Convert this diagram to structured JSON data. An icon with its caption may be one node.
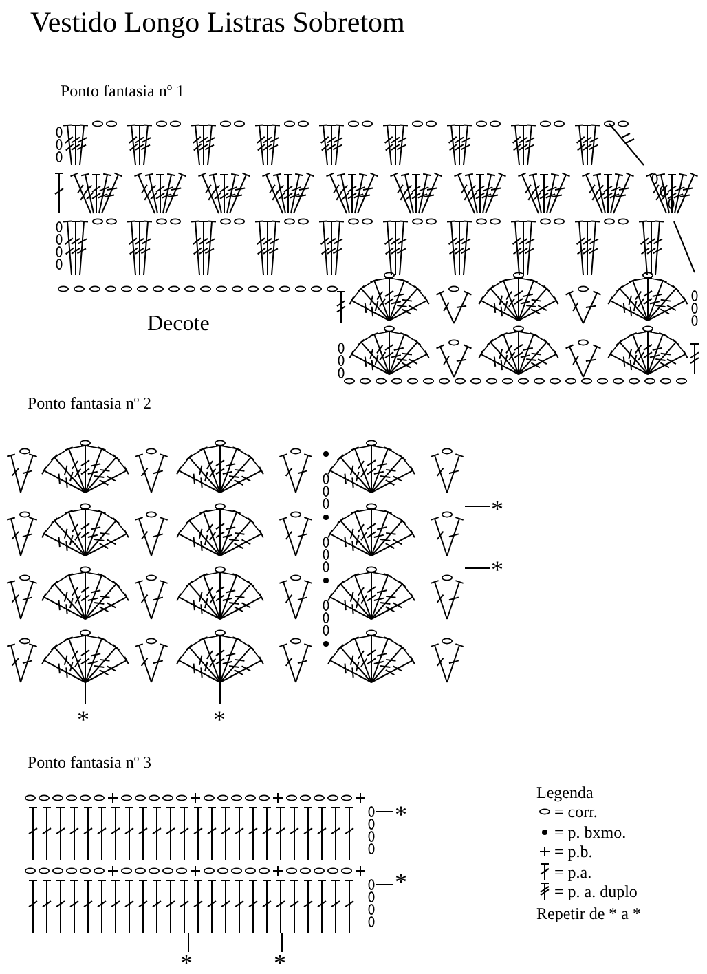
{
  "diagram": {
    "title": "Vestido Longo Listras Sobretom",
    "labels": [
      "Ponto fantasia nº 1",
      "Decote",
      "Ponto fantasia nº 2",
      "*",
      "*",
      "*",
      "*",
      "Ponto fantasia nº 3",
      "*",
      "*",
      "Legenda",
      "*",
      "*",
      "Repetir de * a *"
    ],
    "legend": [
      {
        "text": "= corr."
      },
      {
        "text": "= p. bxmo."
      },
      {
        "text": "= p.b."
      },
      {
        "text": "= p.a."
      },
      {
        "text": "= p. a. duplo"
      }
    ]
  }
}
